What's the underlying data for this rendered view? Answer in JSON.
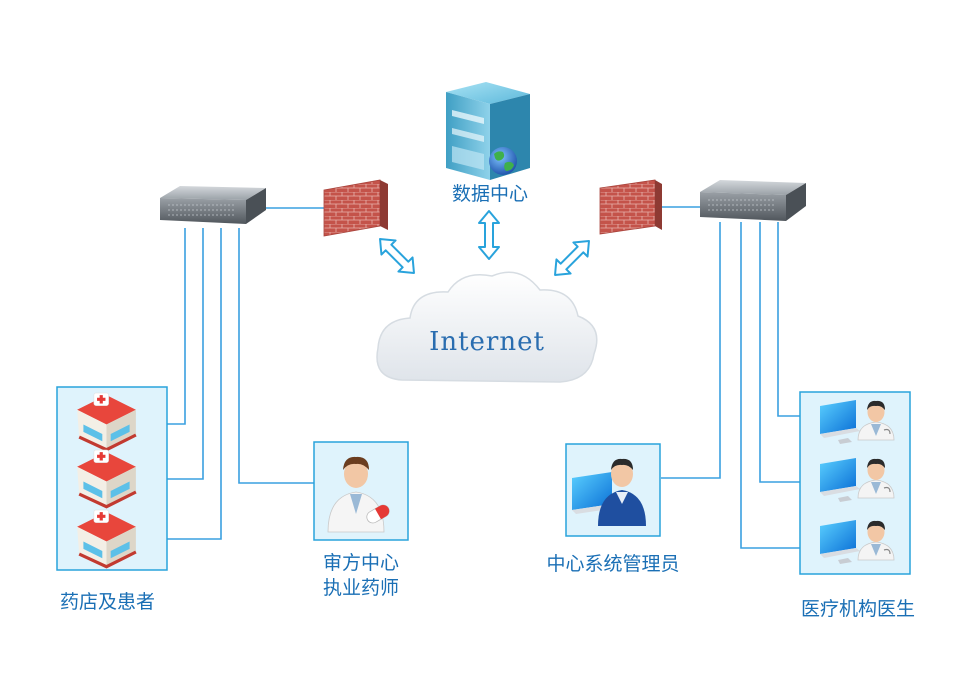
{
  "labels": {
    "data_center": "数据中心",
    "internet": "Internet",
    "pharmacy_patients": "药店及患者",
    "review_center_line1": "审方中心",
    "review_center_line2": "执业药师",
    "admin": "中心系统管理员",
    "doctors": "医疗机构医生"
  },
  "colors": {
    "line": "#3aa0e0",
    "panel_border": "#29a3dc",
    "panel_fill": "#dff3fc",
    "label": "#1a6fb5"
  },
  "icons": [
    "server-tower-icon",
    "globe-icon",
    "switch-icon",
    "firewall-icon",
    "cloud-icon",
    "pharmacy-building-icon",
    "pharmacist-icon",
    "admin-computer-icon",
    "doctor-computer-icon",
    "double-arrow-icon"
  ]
}
